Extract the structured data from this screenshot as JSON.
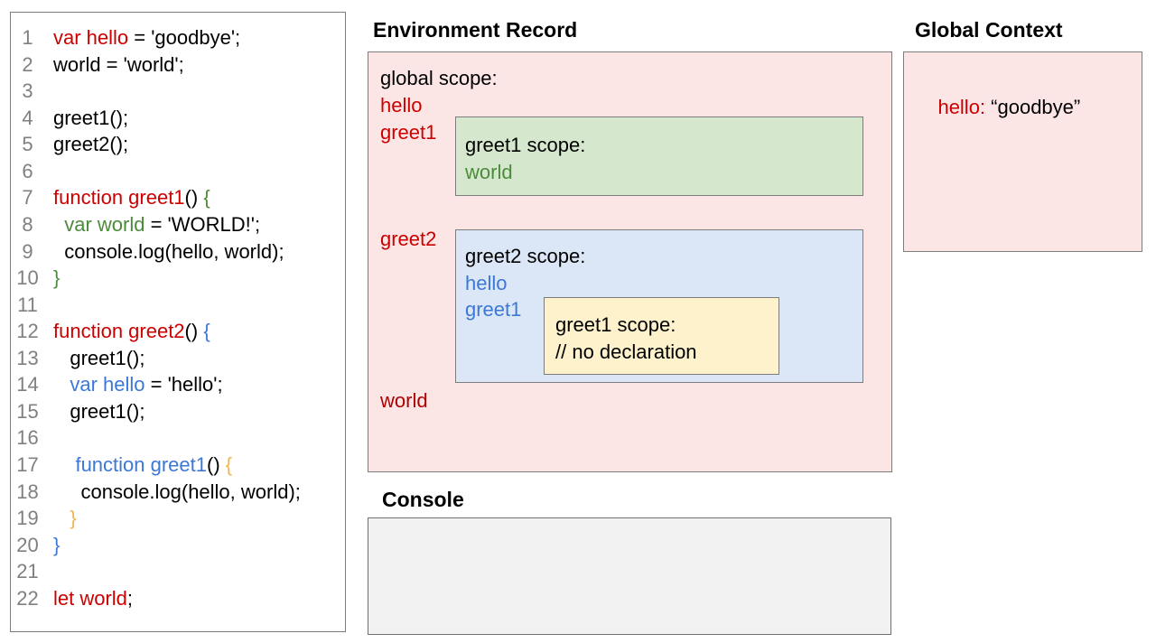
{
  "colors": {
    "red": "#cc0000",
    "darkred": "#b00000",
    "green": "#4c8b3b",
    "blue": "#3c78d8",
    "orange": "#f1b64b",
    "black": "#000000",
    "gray": "#808080",
    "pink_fill": "#fce5e5",
    "green_fill": "#d5e8cd",
    "blue_fill": "#dbe7f6",
    "yellow_fill": "#fdf2cc",
    "console_fill": "#f2f2f2"
  },
  "code_panel": {
    "lines": [
      {
        "n": "1",
        "segs": [
          {
            "t": "var hello",
            "c": "red"
          },
          {
            "t": " = 'goodbye';",
            "c": "black"
          }
        ]
      },
      {
        "n": "2",
        "segs": [
          {
            "t": "world = 'world';",
            "c": "black"
          }
        ]
      },
      {
        "n": "3",
        "segs": []
      },
      {
        "n": "4",
        "segs": [
          {
            "t": "greet1();",
            "c": "black"
          }
        ]
      },
      {
        "n": "5",
        "segs": [
          {
            "t": "greet2();",
            "c": "black"
          }
        ]
      },
      {
        "n": "6",
        "segs": []
      },
      {
        "n": "7",
        "segs": [
          {
            "t": "function greet1",
            "c": "red"
          },
          {
            "t": "() ",
            "c": "black"
          },
          {
            "t": "{",
            "c": "green"
          }
        ]
      },
      {
        "n": "8",
        "segs": [
          {
            "t": "  ",
            "c": "black"
          },
          {
            "t": "var world",
            "c": "green"
          },
          {
            "t": " = 'WORLD!';",
            "c": "black"
          }
        ]
      },
      {
        "n": "9",
        "segs": [
          {
            "t": "  console.log(hello, world);",
            "c": "black"
          }
        ]
      },
      {
        "n": "10",
        "segs": [
          {
            "t": "}",
            "c": "green"
          }
        ]
      },
      {
        "n": "11",
        "segs": []
      },
      {
        "n": "12",
        "segs": [
          {
            "t": "function greet2",
            "c": "red"
          },
          {
            "t": "() ",
            "c": "black"
          },
          {
            "t": "{",
            "c": "blue"
          }
        ]
      },
      {
        "n": "13",
        "segs": [
          {
            "t": "   greet1();",
            "c": "black"
          }
        ]
      },
      {
        "n": "14",
        "segs": [
          {
            "t": "   ",
            "c": "black"
          },
          {
            "t": "var hello",
            "c": "blue"
          },
          {
            "t": " = 'hello';",
            "c": "black"
          }
        ]
      },
      {
        "n": "15",
        "segs": [
          {
            "t": "   greet1();",
            "c": "black"
          }
        ]
      },
      {
        "n": "16",
        "segs": []
      },
      {
        "n": "17",
        "segs": [
          {
            "t": "    ",
            "c": "black"
          },
          {
            "t": "function greet1",
            "c": "blue"
          },
          {
            "t": "() ",
            "c": "black"
          },
          {
            "t": "{",
            "c": "orange"
          }
        ]
      },
      {
        "n": "18",
        "segs": [
          {
            "t": "     console.log(hello, world);",
            "c": "black"
          }
        ]
      },
      {
        "n": "19",
        "segs": [
          {
            "t": "   ",
            "c": "black"
          },
          {
            "t": "}",
            "c": "orange"
          }
        ]
      },
      {
        "n": "20",
        "segs": [
          {
            "t": "}",
            "c": "blue"
          }
        ]
      },
      {
        "n": "21",
        "segs": []
      },
      {
        "n": "22",
        "segs": [
          {
            "t": "let world",
            "c": "red"
          },
          {
            "t": ";",
            "c": "black"
          }
        ]
      }
    ]
  },
  "environment_record": {
    "title": "Environment Record",
    "global_scope": {
      "label": "global scope:",
      "vars": [
        {
          "name": "hello",
          "c": "red"
        },
        {
          "name": "greet1",
          "c": "red"
        },
        {
          "name": "greet2",
          "c": "red"
        },
        {
          "name": "world",
          "c": "darkred"
        }
      ]
    },
    "greet1_scope": {
      "label": "greet1 scope:",
      "var1": "world"
    },
    "greet2_scope": {
      "label": "greet2 scope:",
      "var1": "hello",
      "var2": "greet1"
    },
    "nested_greet1_scope": {
      "label": "greet1 scope:",
      "comment": "// no declaration"
    }
  },
  "global_context": {
    "title": "Global Context",
    "entry_key": "hello:",
    "entry_value": " “goodbye”"
  },
  "console_panel": {
    "title": "Console"
  }
}
